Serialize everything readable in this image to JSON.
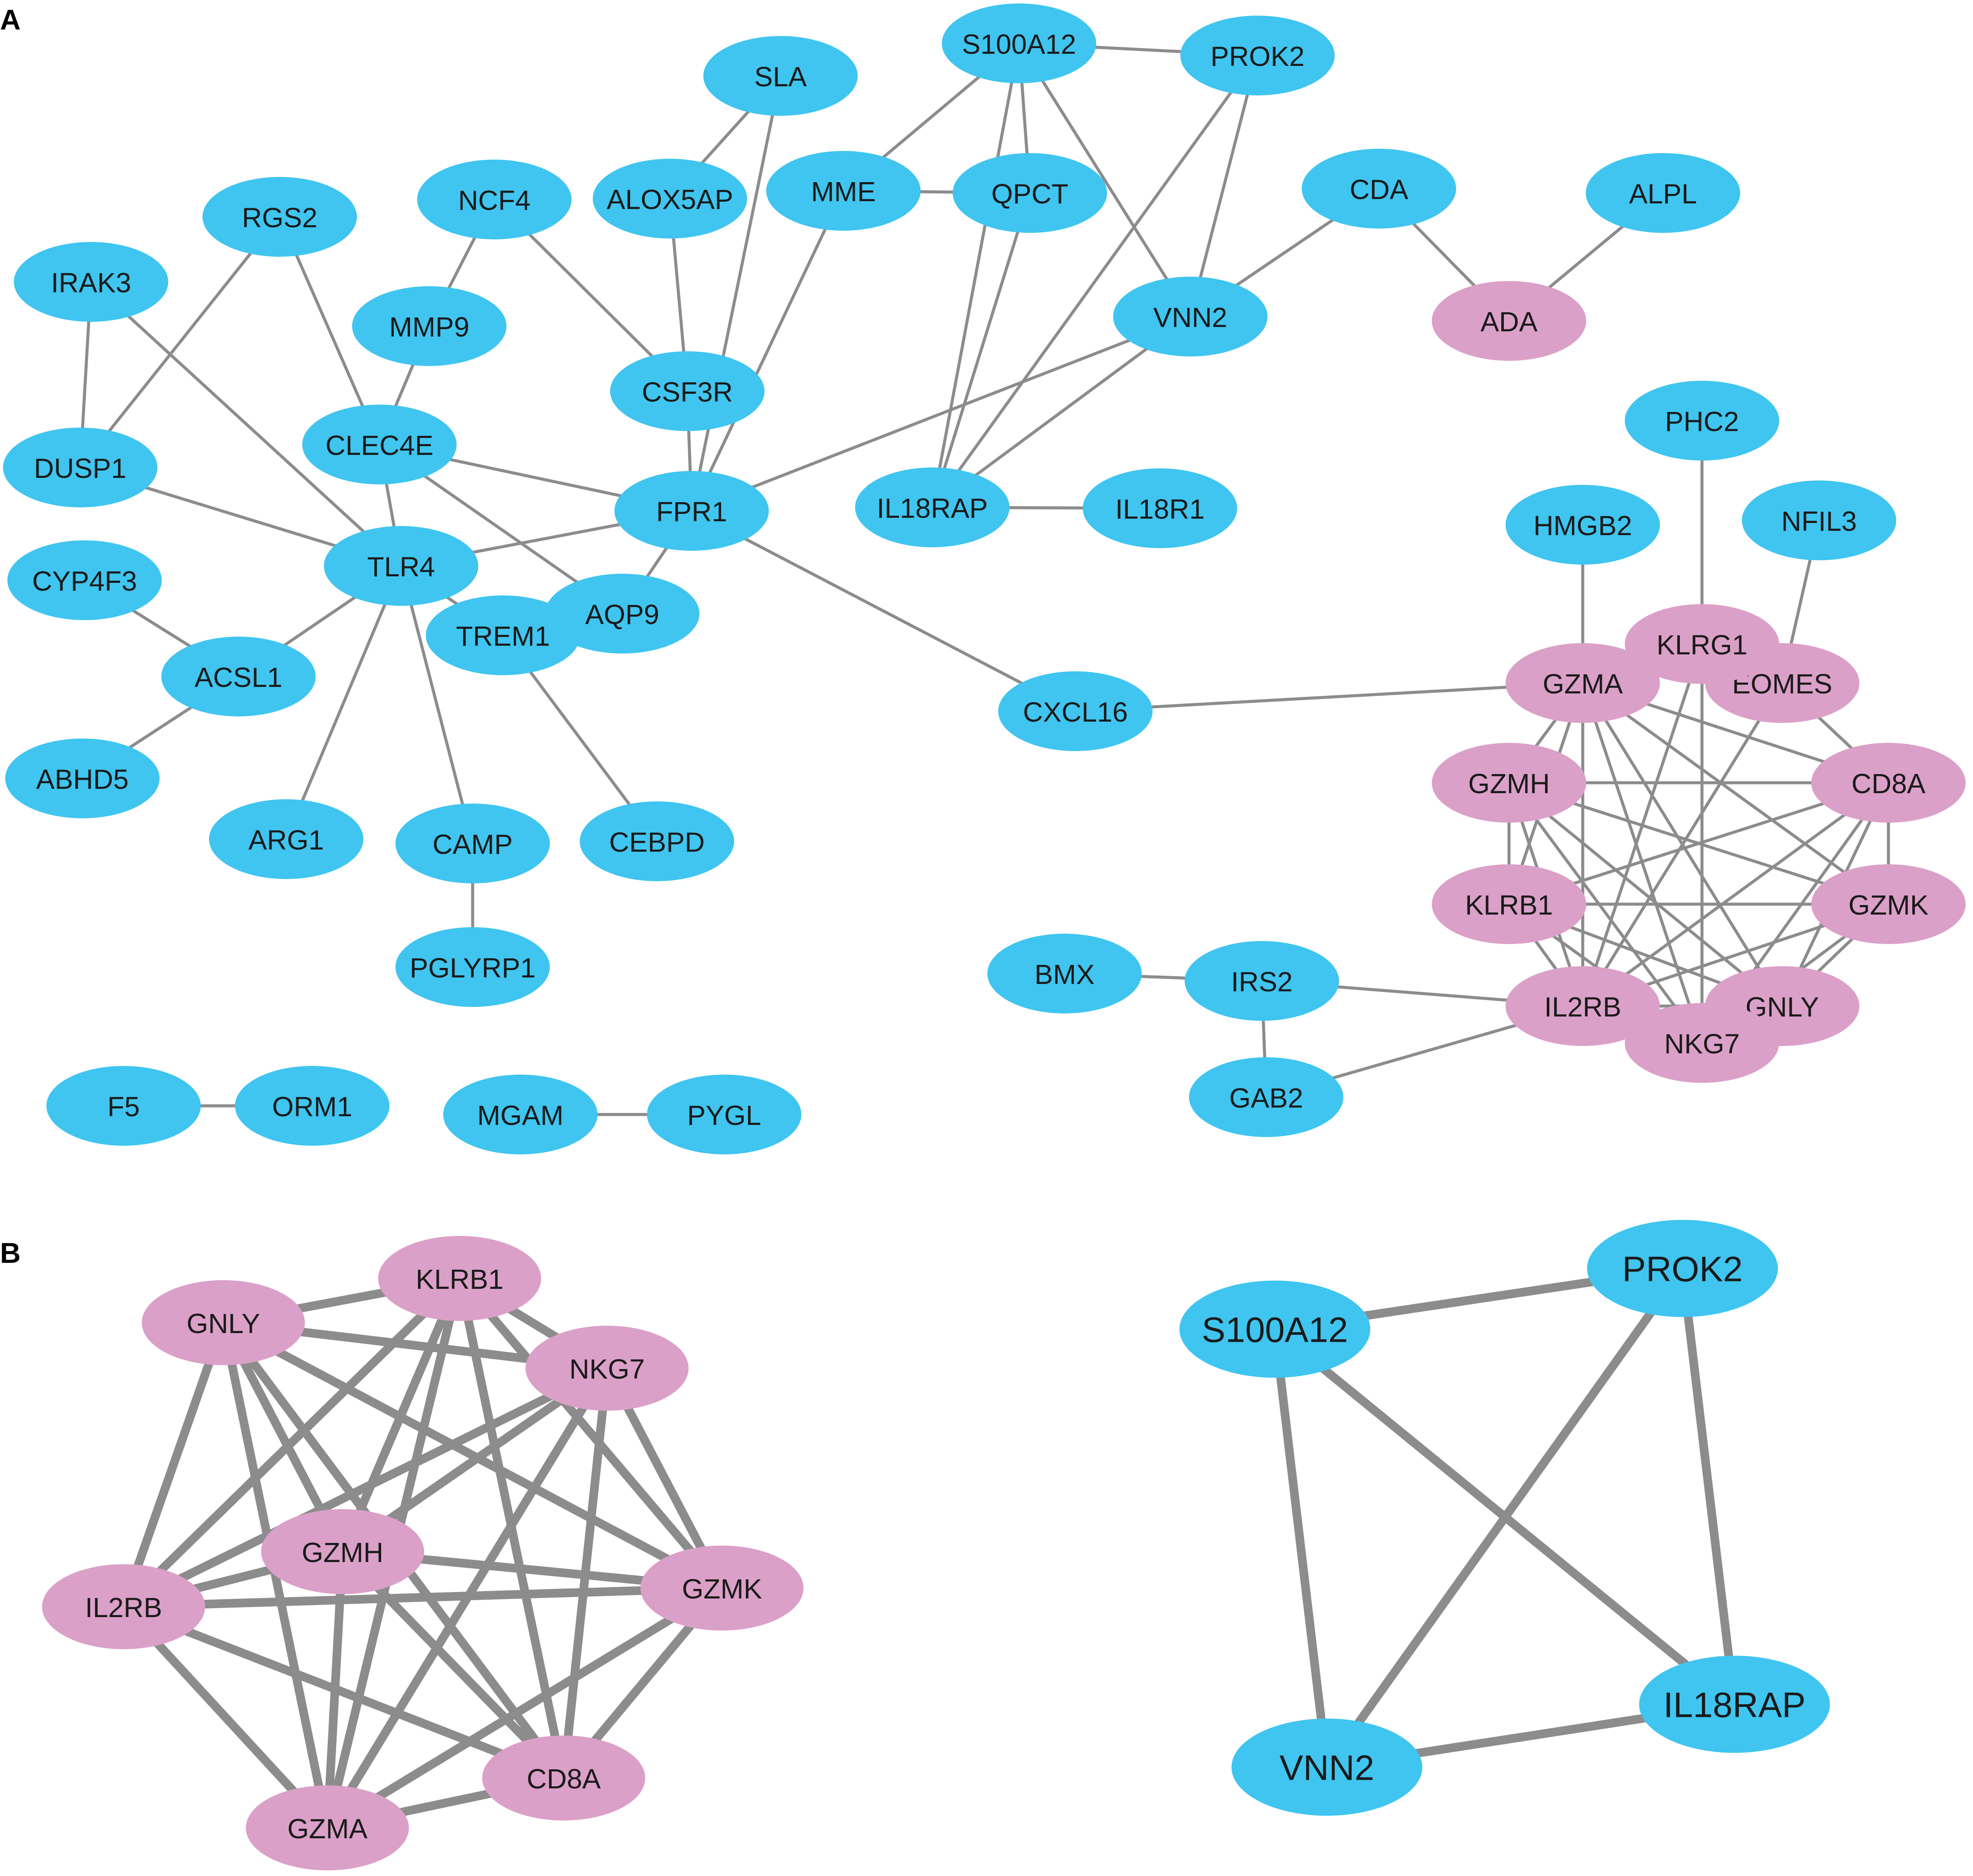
{
  "colors": {
    "blue": "#3fc5f0",
    "pink": "#dba0c8",
    "edge": "#8c8c8c"
  },
  "panels": [
    {
      "label": "A",
      "nodes": [
        {
          "id": "S100A12",
          "c": "blue"
        },
        {
          "id": "PROK2",
          "c": "blue"
        },
        {
          "id": "SLA",
          "c": "blue"
        },
        {
          "id": "MME",
          "c": "blue"
        },
        {
          "id": "QPCT",
          "c": "blue"
        },
        {
          "id": "ALOX5AP",
          "c": "blue"
        },
        {
          "id": "NCF4",
          "c": "blue"
        },
        {
          "id": "RGS2",
          "c": "blue"
        },
        {
          "id": "IRAK3",
          "c": "blue"
        },
        {
          "id": "MMP9",
          "c": "blue"
        },
        {
          "id": "CSF3R",
          "c": "blue"
        },
        {
          "id": "CLEC4E",
          "c": "blue"
        },
        {
          "id": "DUSP1",
          "c": "blue"
        },
        {
          "id": "FPR1",
          "c": "blue"
        },
        {
          "id": "TLR4",
          "c": "blue"
        },
        {
          "id": "CYP4F3",
          "c": "blue"
        },
        {
          "id": "AQP9",
          "c": "blue"
        },
        {
          "id": "TREM1",
          "c": "blue"
        },
        {
          "id": "ACSL1",
          "c": "blue"
        },
        {
          "id": "ABHD5",
          "c": "blue"
        },
        {
          "id": "ARG1",
          "c": "blue"
        },
        {
          "id": "CAMP",
          "c": "blue"
        },
        {
          "id": "CEBPD",
          "c": "blue"
        },
        {
          "id": "PGLYRP1",
          "c": "blue"
        },
        {
          "id": "F5",
          "c": "blue"
        },
        {
          "id": "ORM1",
          "c": "blue"
        },
        {
          "id": "MGAM",
          "c": "blue"
        },
        {
          "id": "PYGL",
          "c": "blue"
        },
        {
          "id": "CDA",
          "c": "blue"
        },
        {
          "id": "ALPL",
          "c": "blue"
        },
        {
          "id": "ADA",
          "c": "pink"
        },
        {
          "id": "VNN2",
          "c": "blue"
        },
        {
          "id": "IL18RAP",
          "c": "blue"
        },
        {
          "id": "IL18R1",
          "c": "blue"
        },
        {
          "id": "PHC2",
          "c": "blue"
        },
        {
          "id": "HMGB2",
          "c": "blue"
        },
        {
          "id": "NFIL3",
          "c": "blue"
        },
        {
          "id": "CXCL16",
          "c": "blue"
        },
        {
          "id": "GZMA",
          "c": "pink"
        },
        {
          "id": "EOMES",
          "c": "pink"
        },
        {
          "id": "KLRG1",
          "c": "pink"
        },
        {
          "id": "GZMH",
          "c": "pink"
        },
        {
          "id": "CD8A",
          "c": "pink"
        },
        {
          "id": "KLRB1",
          "c": "pink"
        },
        {
          "id": "GZMK",
          "c": "pink"
        },
        {
          "id": "BMX",
          "c": "blue"
        },
        {
          "id": "IRS2",
          "c": "blue"
        },
        {
          "id": "IL2RB",
          "c": "pink"
        },
        {
          "id": "GNLY",
          "c": "pink"
        },
        {
          "id": "NKG7",
          "c": "pink"
        },
        {
          "id": "GAB2",
          "c": "blue"
        }
      ],
      "edges": [
        [
          "S100A12",
          "PROK2"
        ],
        [
          "S100A12",
          "MME"
        ],
        [
          "S100A12",
          "QPCT"
        ],
        [
          "S100A12",
          "VNN2"
        ],
        [
          "S100A12",
          "IL18RAP"
        ],
        [
          "PROK2",
          "VNN2"
        ],
        [
          "PROK2",
          "IL18RAP"
        ],
        [
          "MME",
          "QPCT"
        ],
        [
          "QPCT",
          "IL18RAP"
        ],
        [
          "SLA",
          "ALOX5AP"
        ],
        [
          "SLA",
          "FPR1"
        ],
        [
          "ALOX5AP",
          "CSF3R"
        ],
        [
          "NCF4",
          "MMP9"
        ],
        [
          "NCF4",
          "CSF3R"
        ],
        [
          "RGS2",
          "DUSP1"
        ],
        [
          "RGS2",
          "CLEC4E"
        ],
        [
          "IRAK3",
          "DUSP1"
        ],
        [
          "IRAK3",
          "TLR4"
        ],
        [
          "MMP9",
          "CLEC4E"
        ],
        [
          "CSF3R",
          "FPR1"
        ],
        [
          "CLEC4E",
          "FPR1"
        ],
        [
          "CLEC4E",
          "TLR4"
        ],
        [
          "CLEC4E",
          "AQP9"
        ],
        [
          "DUSP1",
          "TLR4"
        ],
        [
          "FPR1",
          "TLR4"
        ],
        [
          "FPR1",
          "VNN2"
        ],
        [
          "FPR1",
          "MME"
        ],
        [
          "FPR1",
          "CXCL16"
        ],
        [
          "FPR1",
          "AQP9"
        ],
        [
          "TLR4",
          "ACSL1"
        ],
        [
          "TLR4",
          "ARG1"
        ],
        [
          "TLR4",
          "CAMP"
        ],
        [
          "TLR4",
          "TREM1"
        ],
        [
          "CYP4F3",
          "ACSL1"
        ],
        [
          "ACSL1",
          "ABHD5"
        ],
        [
          "TREM1",
          "CEBPD"
        ],
        [
          "CAMP",
          "PGLYRP1"
        ],
        [
          "F5",
          "ORM1"
        ],
        [
          "MGAM",
          "PYGL"
        ],
        [
          "CDA",
          "ADA"
        ],
        [
          "ALPL",
          "ADA"
        ],
        [
          "CDA",
          "VNN2"
        ],
        [
          "VNN2",
          "IL18RAP"
        ],
        [
          "IL18RAP",
          "IL18R1"
        ],
        [
          "CXCL16",
          "GZMA"
        ],
        [
          "HMGB2",
          "GZMA"
        ],
        [
          "PHC2",
          "KLRG1"
        ],
        [
          "NFIL3",
          "EOMES"
        ],
        [
          "BMX",
          "IRS2"
        ],
        [
          "IRS2",
          "GAB2"
        ],
        [
          "IRS2",
          "IL2RB"
        ],
        [
          "GAB2",
          "IL2RB"
        ],
        [
          "GZMA",
          "GZMH"
        ],
        [
          "GZMA",
          "CD8A"
        ],
        [
          "GZMA",
          "KLRB1"
        ],
        [
          "GZMA",
          "GZMK"
        ],
        [
          "GZMA",
          "IL2RB"
        ],
        [
          "GZMA",
          "GNLY"
        ],
        [
          "GZMA",
          "NKG7"
        ],
        [
          "GZMH",
          "CD8A"
        ],
        [
          "GZMH",
          "KLRB1"
        ],
        [
          "GZMH",
          "GZMK"
        ],
        [
          "GZMH",
          "IL2RB"
        ],
        [
          "GZMH",
          "GNLY"
        ],
        [
          "GZMH",
          "NKG7"
        ],
        [
          "CD8A",
          "KLRB1"
        ],
        [
          "CD8A",
          "GZMK"
        ],
        [
          "CD8A",
          "IL2RB"
        ],
        [
          "CD8A",
          "GNLY"
        ],
        [
          "CD8A",
          "NKG7"
        ],
        [
          "KLRB1",
          "GZMK"
        ],
        [
          "KLRB1",
          "IL2RB"
        ],
        [
          "KLRB1",
          "GNLY"
        ],
        [
          "KLRB1",
          "NKG7"
        ],
        [
          "GZMK",
          "IL2RB"
        ],
        [
          "GZMK",
          "GNLY"
        ],
        [
          "GZMK",
          "NKG7"
        ],
        [
          "IL2RB",
          "GNLY"
        ],
        [
          "IL2RB",
          "NKG7"
        ],
        [
          "GNLY",
          "NKG7"
        ],
        [
          "KLRG1",
          "IL2RB"
        ],
        [
          "KLRG1",
          "NKG7"
        ],
        [
          "EOMES",
          "CD8A"
        ],
        [
          "EOMES",
          "IL2RB"
        ]
      ]
    },
    {
      "label": "B",
      "nodes": [
        {
          "id": "KLRB1",
          "c": "pink"
        },
        {
          "id": "GNLY",
          "c": "pink"
        },
        {
          "id": "NKG7",
          "c": "pink"
        },
        {
          "id": "GZMH",
          "c": "pink"
        },
        {
          "id": "GZMK",
          "c": "pink"
        },
        {
          "id": "IL2RB",
          "c": "pink"
        },
        {
          "id": "CD8A",
          "c": "pink"
        },
        {
          "id": "GZMA",
          "c": "pink"
        },
        {
          "id": "PROK2",
          "c": "blue"
        },
        {
          "id": "S100A12",
          "c": "blue"
        },
        {
          "id": "IL18RAP",
          "c": "blue"
        },
        {
          "id": "VNN2",
          "c": "blue"
        }
      ],
      "edges": [
        [
          "GNLY",
          "KLRB1"
        ],
        [
          "GNLY",
          "NKG7"
        ],
        [
          "GNLY",
          "GZMH"
        ],
        [
          "GNLY",
          "GZMK"
        ],
        [
          "GNLY",
          "IL2RB"
        ],
        [
          "GNLY",
          "CD8A"
        ],
        [
          "GNLY",
          "GZMA"
        ],
        [
          "KLRB1",
          "NKG7"
        ],
        [
          "KLRB1",
          "GZMH"
        ],
        [
          "KLRB1",
          "GZMK"
        ],
        [
          "KLRB1",
          "IL2RB"
        ],
        [
          "KLRB1",
          "CD8A"
        ],
        [
          "KLRB1",
          "GZMA"
        ],
        [
          "NKG7",
          "GZMH"
        ],
        [
          "NKG7",
          "GZMK"
        ],
        [
          "NKG7",
          "IL2RB"
        ],
        [
          "NKG7",
          "CD8A"
        ],
        [
          "NKG7",
          "GZMA"
        ],
        [
          "GZMH",
          "GZMK"
        ],
        [
          "GZMH",
          "IL2RB"
        ],
        [
          "GZMH",
          "CD8A"
        ],
        [
          "GZMH",
          "GZMA"
        ],
        [
          "GZMK",
          "IL2RB"
        ],
        [
          "GZMK",
          "CD8A"
        ],
        [
          "GZMK",
          "GZMA"
        ],
        [
          "IL2RB",
          "CD8A"
        ],
        [
          "IL2RB",
          "GZMA"
        ],
        [
          "CD8A",
          "GZMA"
        ],
        [
          "S100A12",
          "PROK2"
        ],
        [
          "S100A12",
          "VNN2"
        ],
        [
          "S100A12",
          "IL18RAP"
        ],
        [
          "PROK2",
          "VNN2"
        ],
        [
          "PROK2",
          "IL18RAP"
        ],
        [
          "VNN2",
          "IL18RAP"
        ]
      ]
    }
  ]
}
